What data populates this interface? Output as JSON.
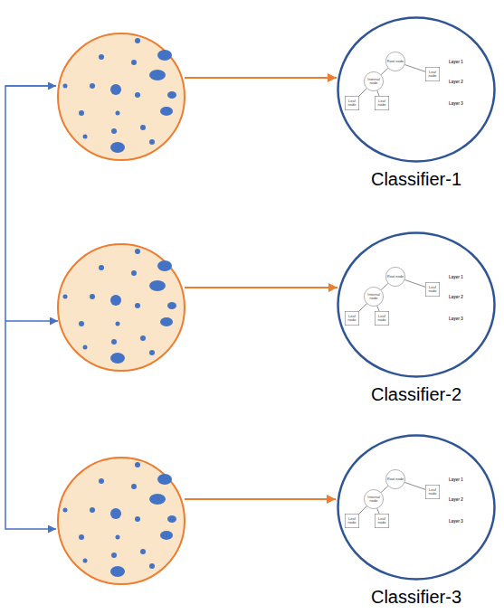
{
  "diagram": {
    "nodes": [
      {
        "text": [
          "Classifier-1"
        ]
      },
      {
        "text": [
          "Root node"
        ],
        "in": 0
      },
      {
        "text": [
          "Internal node"
        ],
        "in": 0
      },
      {
        "text": [
          "Leaf node"
        ],
        "in": 0
      },
      {
        "text": [
          "Leaf node"
        ],
        "in": 0
      },
      {
        "text": [
          "Leaf node"
        ],
        "in": 0
      },
      {
        "text": [
          "Classifier-2"
        ]
      },
      {
        "text": [
          "Root node"
        ],
        "in": 6
      },
      {
        "text": [
          "Internal node"
        ],
        "in": 6
      },
      {
        "text": [
          "Leaf node"
        ],
        "in": 6
      },
      {
        "text": [
          "Leaf node"
        ],
        "in": 6
      },
      {
        "text": [
          "Leaf node"
        ],
        "in": 6
      },
      {
        "text": [
          "Classifier-3"
        ]
      },
      {
        "text": [
          "Root node"
        ],
        "in": 12
      },
      {
        "text": [
          "Internal node"
        ],
        "in": 12
      },
      {
        "text": [
          "Leaf node"
        ],
        "in": 12
      },
      {
        "text": [
          "Leaf node"
        ],
        "in": 12
      },
      {
        "text": [
          "Leaf node"
        ],
        "in": 12
      }
    ],
    "edges": [
      {
        "from": 1,
        "to": 2,
        "arrow": "none"
      },
      {
        "from": 1,
        "to": 3,
        "arrow": "none"
      },
      {
        "from": 2,
        "to": 4,
        "arrow": "none"
      },
      {
        "from": 2,
        "to": 5,
        "arrow": "none"
      },
      {
        "from": 7,
        "to": 8,
        "arrow": "none"
      },
      {
        "from": 7,
        "to": 9,
        "arrow": "none"
      },
      {
        "from": 8,
        "to": 10,
        "arrow": "none"
      },
      {
        "from": 8,
        "to": 11,
        "arrow": "none"
      },
      {
        "from": 13,
        "to": 14,
        "arrow": "none"
      },
      {
        "from": 13,
        "to": 15,
        "arrow": "none"
      },
      {
        "from": 14,
        "to": 16,
        "arrow": "none"
      },
      {
        "from": 14,
        "to": 17,
        "arrow": "none"
      }
    ],
    "labels": [
      "Layer 1",
      "Layer 2",
      "Layer 3",
      "Layer 1",
      "Layer 2",
      "Layer 3",
      "Layer 1",
      "Layer 2",
      "Layer 3"
    ]
  }
}
